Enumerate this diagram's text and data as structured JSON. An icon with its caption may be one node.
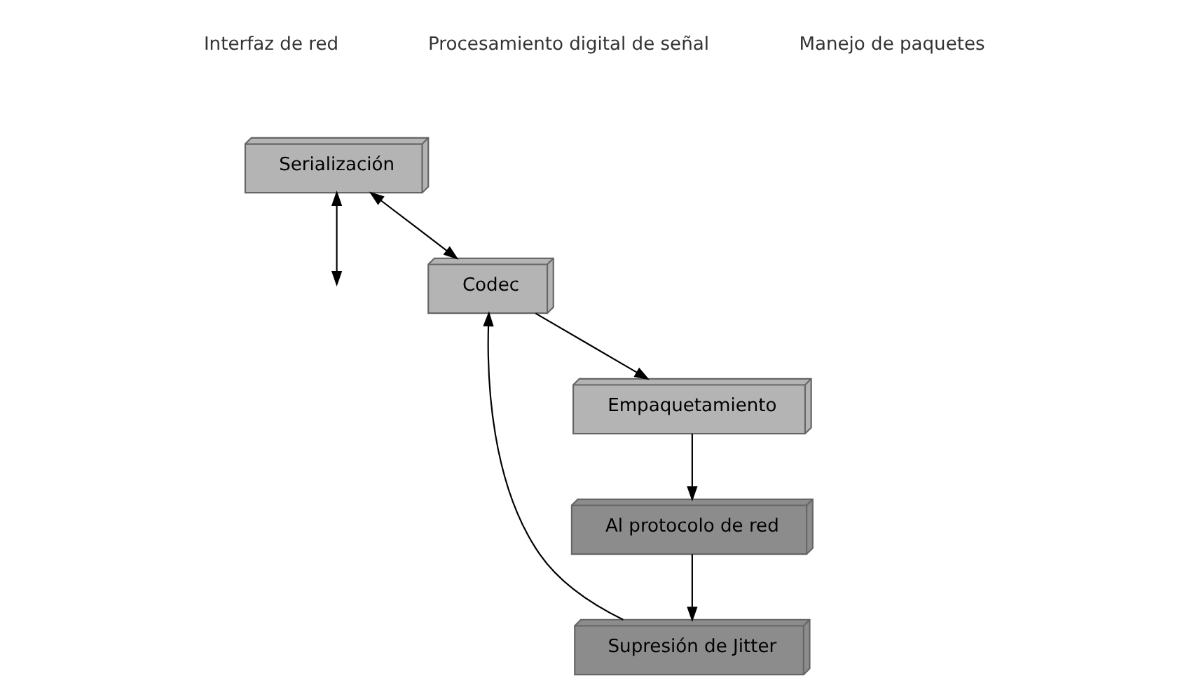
{
  "diagram": {
    "nodes": [
      {
        "text": [
          "Codec"
        ]
      },
      {
        "text": [
          "Serialización"
        ]
      },
      {
        "text": [
          "Empaquetamiento"
        ]
      },
      {
        "text": [
          "Supresión de Jitter"
        ]
      },
      {
        "text": [
          "Al protocolo de red"
        ]
      }
    ],
    "edges": [
      {
        "from": 1,
        "to": 0,
        "arrow": "both"
      },
      {
        "from": 1,
        "to": null,
        "arrow": "both"
      },
      {
        "from": 0,
        "to": 2,
        "arrow": "to"
      },
      {
        "from": 2,
        "to": 4,
        "arrow": "to"
      },
      {
        "from": 4,
        "to": 3,
        "arrow": "to"
      },
      {
        "from": 3,
        "to": 0,
        "arrow": "to"
      }
    ],
    "labels": [
      "Interfaz de red",
      "Procesamiento digital de señal",
      "Manejo de paquetes"
    ]
  }
}
